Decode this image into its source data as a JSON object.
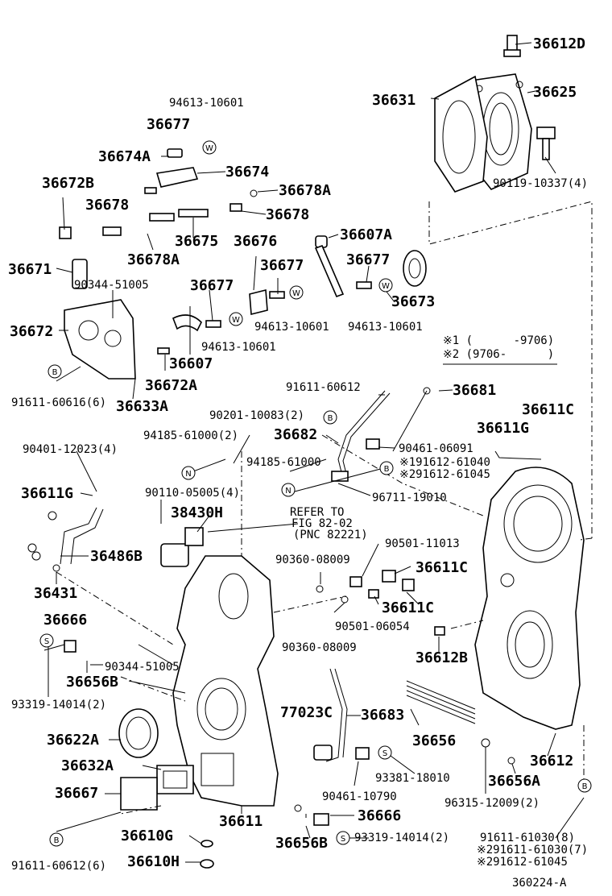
{
  "part_labels": [
    "36612D",
    "36625",
    "36631",
    "90119-10337(4)",
    "94613-10601",
    "36677",
    "36674A",
    "36674",
    "36672B",
    "36678A",
    "36678",
    "36675",
    "36676",
    "36678",
    "36607A",
    "36671",
    "36678A",
    "36677",
    "36677",
    "90344-51005",
    "36677",
    "36673",
    "36672",
    "94613-10601",
    "94613-10601",
    "36607",
    "94613-10601",
    "36672A",
    "91611-60616(6)",
    "36633A",
    "91611-60612",
    "36681",
    "36611C",
    "90201-10083(2)",
    "36682",
    "36611G",
    "90401-12023(4)",
    "94185-61000(2)",
    "90461-06091",
    "94185-61000",
    "※191612-61040",
    "※291612-61045",
    "36611G",
    "90110-05005(4)",
    "96711-19010",
    "38430H",
    "REFER TO",
    "FIG 82-02",
    "(PNC 82221)",
    "36486B",
    "90501-11013",
    "36431",
    "90360-08009",
    "36611C",
    "36611C",
    "36666",
    "90501-06054",
    "90360-08009",
    "36612B",
    "90344-51005",
    "36656B",
    "93319-14014(2)",
    "77023C",
    "36683",
    "36622A",
    "36656",
    "36612",
    "36632A",
    "93381-18010",
    "36656A",
    "36667",
    "90461-10790",
    "96315-12009(2)",
    "36666",
    "36611",
    "36610G",
    "36656B",
    "93319-14014(2)",
    "91611-61030(8)",
    "※291611-61030(7)",
    "※291612-61045",
    "91611-60612(6)",
    "36610H",
    "360224-A"
  ],
  "note": {
    "line1": "※1 (      -9706)",
    "line2": "※2 (9706-      )"
  },
  "bubble_letters": [
    "W",
    "W",
    "W",
    "W",
    "W",
    "B",
    "B",
    "N",
    "N",
    "B",
    "S",
    "S",
    "S",
    "B",
    "B"
  ]
}
